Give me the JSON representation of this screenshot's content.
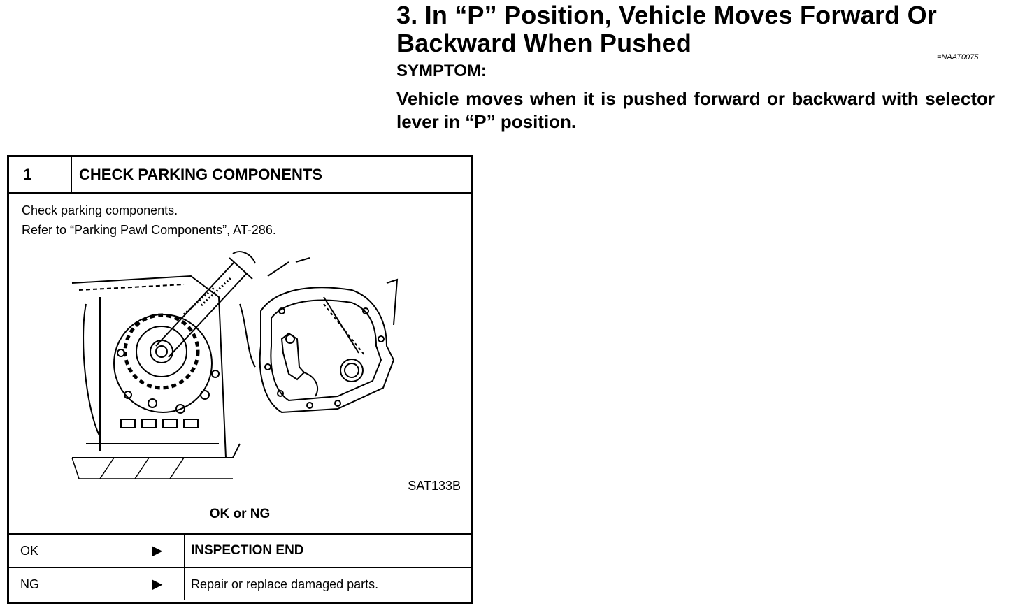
{
  "section": {
    "heading": "3. In “P” Position, Vehicle Moves Forward Or Backward When Pushed",
    "ref_code": "=NAAT0075",
    "symptom_label": "SYMPTOM:",
    "symptom_text": "Vehicle moves when it is pushed forward or backward with selector lever in “P” position."
  },
  "step": {
    "number": "1",
    "title": "CHECK PARKING COMPONENTS",
    "instruction_line1": "Check parking components.",
    "instruction_line2": "Refer to “Parking Pawl Components”, AT-286.",
    "figure_code": "SAT133B",
    "ok_ng_label": "OK or NG",
    "results": [
      {
        "label": "OK",
        "arrow": "▶",
        "action": "INSPECTION END"
      },
      {
        "label": "NG",
        "arrow": "▶",
        "action": "Repair or replace damaged parts."
      }
    ]
  }
}
